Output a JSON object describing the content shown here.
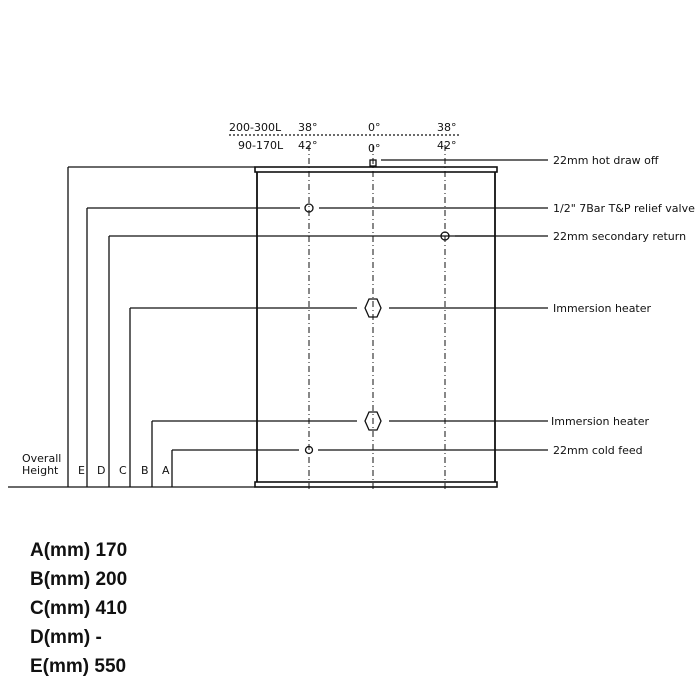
{
  "angles": {
    "row1": {
      "label": "200-300L",
      "left": "38°",
      "center": "0°",
      "right": "38°"
    },
    "row2": {
      "label": "90-170L",
      "left": "42°",
      "center": "0°",
      "right": "42°"
    }
  },
  "callouts": [
    "22mm hot draw off",
    "1/2\" 7Bar T&P relief valve",
    "22mm secondary return",
    "Immersion heater",
    "Immersion heater",
    "22mm cold feed"
  ],
  "dimension_labels": {
    "overall": [
      "Overall",
      "Height"
    ],
    "E": "E",
    "D": "D",
    "C": "C",
    "B": "B",
    "A": "A"
  },
  "dimensions": [
    {
      "label": "A(mm)",
      "value": "170"
    },
    {
      "label": "B(mm)",
      "value": "200"
    },
    {
      "label": "C(mm)",
      "value": "410"
    },
    {
      "label": "D(mm)",
      "value": "-"
    },
    {
      "label": "E(mm)",
      "value": "550"
    }
  ]
}
